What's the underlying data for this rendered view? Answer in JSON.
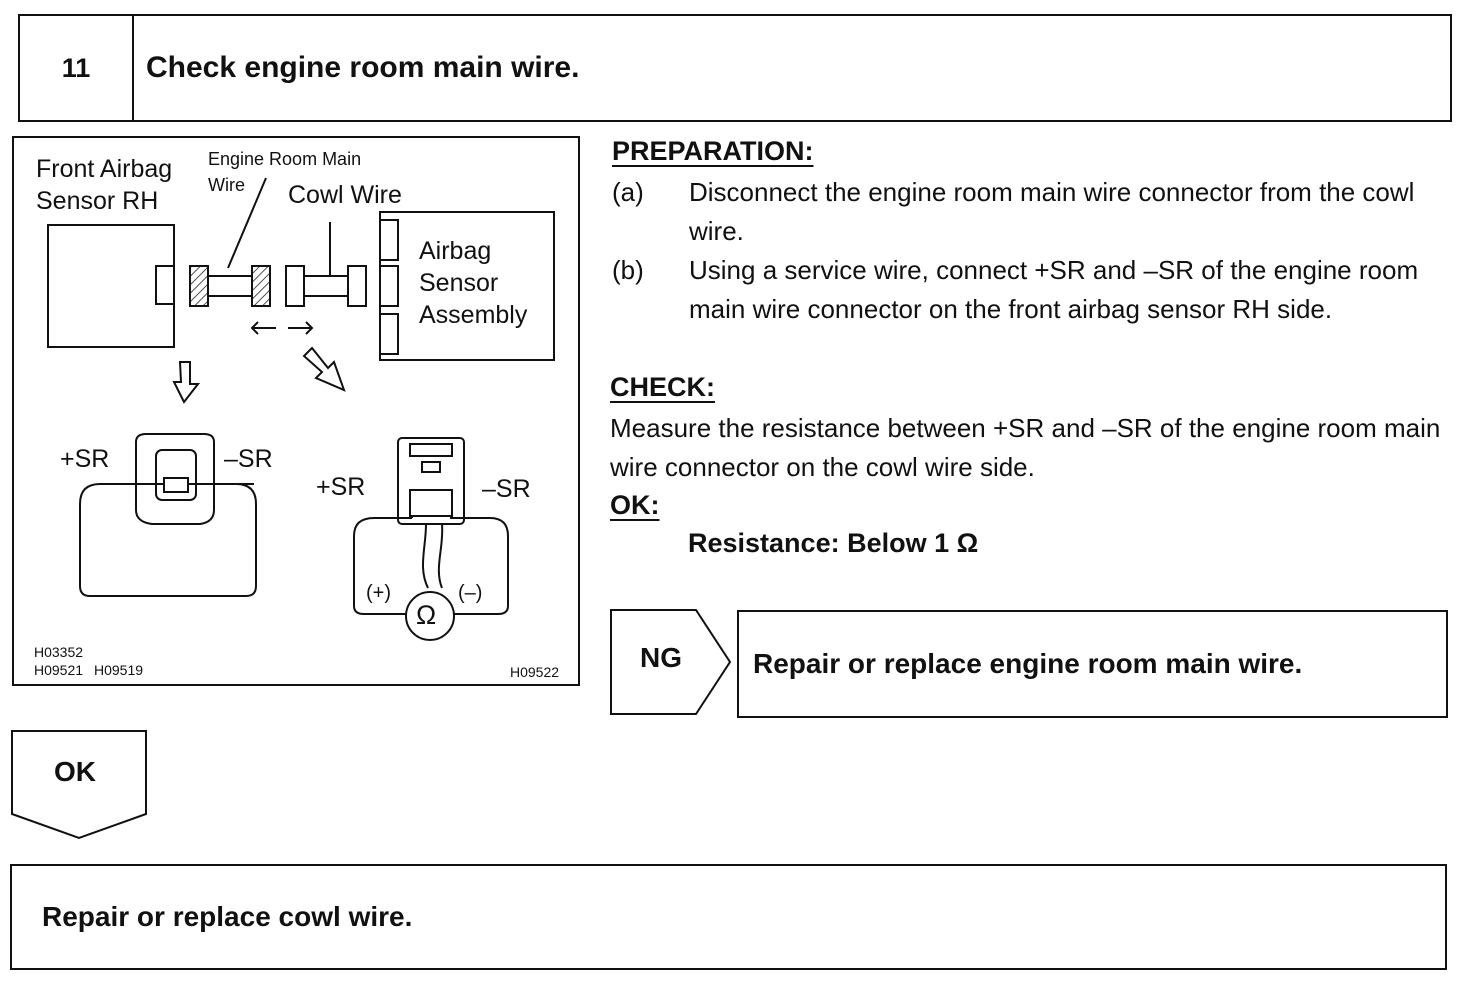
{
  "step": {
    "number": "11",
    "title": "Check engine room main wire."
  },
  "diagram": {
    "label_front_sensor_line1": "Front Airbag",
    "label_front_sensor_line2": "Sensor RH",
    "label_engine_room_main": "Engine Room Main",
    "label_wire": "Wire",
    "label_cowl_wire": "Cowl Wire",
    "label_airbag_line1": "Airbag",
    "label_airbag_line2": "Sensor",
    "label_airbag_line3": "Assembly",
    "left_plus_sr": "+SR",
    "left_minus_sr": "–SR",
    "right_plus_sr": "+SR",
    "right_minus_sr": "–SR",
    "meter_plus": "(+)",
    "meter_minus": "(–)",
    "ohm_symbol": "Ω",
    "code_1": "H03352",
    "code_2": "H09521",
    "code_3": "H09519",
    "code_4": "H09522"
  },
  "preparation": {
    "heading": "PREPARATION:",
    "items": [
      {
        "label": "(a)",
        "text": "Disconnect the engine room main wire connector from the cowl wire."
      },
      {
        "label": "(b)",
        "text": "Using a service wire, connect +SR and –SR of the engine room main wire connector on the front airbag sensor RH side."
      }
    ]
  },
  "check": {
    "heading": "CHECK:",
    "text": "Measure the resistance between +SR and –SR of the engine room main wire connector on the cowl wire side."
  },
  "ok_spec": {
    "heading": "OK:",
    "spec": "Resistance: Below 1 Ω"
  },
  "ng_result": {
    "label": "NG",
    "action": "Repair or replace engine room main wire."
  },
  "ok_result": {
    "label": "OK",
    "action": "Repair or replace cowl wire."
  }
}
